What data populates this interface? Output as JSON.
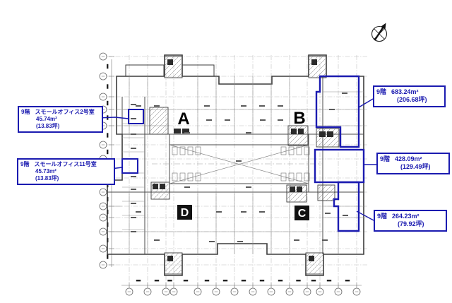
{
  "callouts": [
    {
      "floor": "9階",
      "name": "スモールオフィス2号室",
      "area": "45.74m²",
      "tsubo": "(13.83坪)"
    },
    {
      "floor": "9階",
      "name": "スモールオフィス11号室",
      "area": "45.73m²",
      "tsubo": "(13.83坪)"
    },
    {
      "floor": "9階",
      "area": "683.24m²",
      "tsubo": "(206.68坪)"
    },
    {
      "floor": "9階",
      "area": "428.09m²",
      "tsubo": "(129.49坪)"
    },
    {
      "floor": "9階",
      "area": "264.23m²",
      "tsubo": "(79.92坪)"
    }
  ],
  "plan": {
    "blocks": {
      "a": "A",
      "b": "B",
      "c": "C",
      "d": "D"
    }
  },
  "colors": {
    "highlight": "#1b1bb0",
    "wall": "#3c3c3c",
    "partition": "#8f8f8f",
    "grid": "#bcbcbc"
  }
}
